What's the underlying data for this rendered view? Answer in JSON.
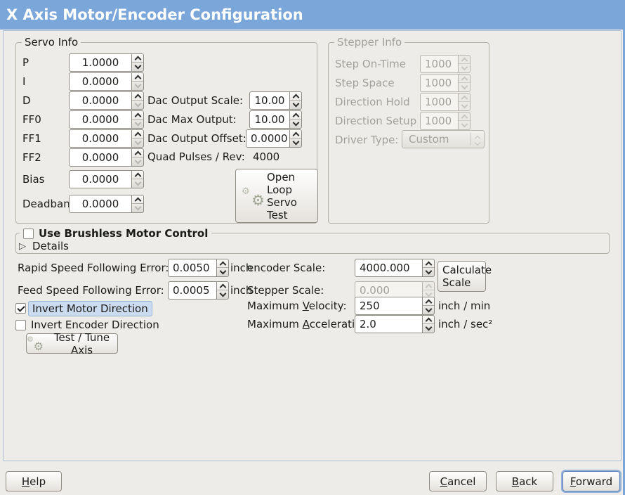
{
  "titlebar": {
    "title": "X Axis Motor/Encoder Configuration"
  },
  "icons": {
    "gear": "⚙",
    "expander": "▷"
  },
  "colors": {
    "titlebar_blue": "#7aa6d9",
    "background": "#edece9",
    "focus_highlight": "#ccdcf0"
  },
  "servo_info": {
    "title": "Servo Info",
    "fields": [
      {
        "label": "P",
        "value": "1.0000"
      },
      {
        "label": "I",
        "value": "0.0000"
      },
      {
        "label": "D",
        "value": "0.0000"
      },
      {
        "label": "FF0",
        "value": "0.0000"
      },
      {
        "label": "FF1",
        "value": "0.0000"
      },
      {
        "label": "FF2",
        "value": "0.0000"
      },
      {
        "label": "Bias",
        "value": "0.0000"
      },
      {
        "label": "Deadband",
        "value": "0.0000"
      }
    ]
  },
  "dac": {
    "scale_label": "Dac Output Scale:",
    "scale_value": "10.00",
    "max_label": "Dac Max Output:",
    "max_value": "10.00",
    "offset_label": "Dac Output Offset:",
    "offset_value": "0.0000",
    "quad_label": "Quad Pulses / Rev:",
    "quad_value": "4000",
    "open_loop_label": "Open\nLoop\nServo\nTest"
  },
  "stepper_info": {
    "title": "Stepper Info",
    "fields": [
      {
        "label": "Step On-Time",
        "value": "1000"
      },
      {
        "label": "Step Space",
        "value": "1000"
      },
      {
        "label": "Direction Hold",
        "value": "1000"
      },
      {
        "label": "Direction Setup",
        "value": "1000"
      }
    ],
    "driver_type_label": "Driver Type:",
    "driver_type_value": "Custom"
  },
  "brushless": {
    "checkbox_label": "Use Brushless Motor Control",
    "details_label": "Details"
  },
  "following_errors": {
    "rapid_label": "Rapid Speed Following Error:",
    "rapid_value": "0.0050",
    "rapid_unit": "inch",
    "feed_label": "Feed Speed Following Error:",
    "feed_value": "0.0005",
    "feed_unit": "inch"
  },
  "scaling": {
    "encoder_label": "encoder Scale:",
    "encoder_value": "4000.000",
    "calculate_label": "Calculate\nScale",
    "stepper_label": "Stepper Scale:",
    "stepper_value": "0.000",
    "velocity_pre": "Maximum ",
    "velocity_mn": "V",
    "velocity_post": "elocity:",
    "velocity_value": "250",
    "velocity_unit": "inch / min",
    "accel_pre": "Maximum ",
    "accel_mn": "A",
    "accel_post": "cceleration:",
    "accel_value": "2.0",
    "accel_unit": "inch / sec²"
  },
  "direction": {
    "invert_motor_label": "Invert Motor Direction",
    "invert_encoder_label": "Invert Encoder Direction",
    "test_tune_label": "Test / Tune Axis"
  },
  "footer": {
    "help_mn": "H",
    "help_post": "elp",
    "cancel_mn": "C",
    "cancel_post": "ancel",
    "back_mn": "B",
    "back_post": "ack",
    "forward_mn": "F",
    "forward_post": "orward"
  }
}
